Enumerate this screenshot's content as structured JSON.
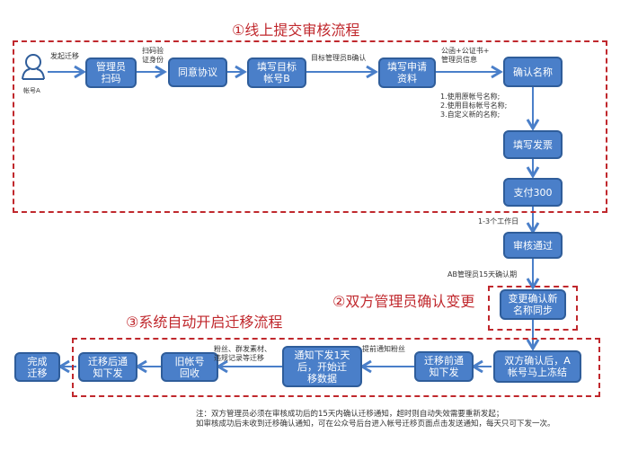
{
  "titles": {
    "section1": "①线上提交审核流程",
    "section2": "②双方管理员确认变更",
    "section3": "③系统自动开启迁移流程"
  },
  "actor": {
    "label": "帐号A",
    "icon": "person-icon"
  },
  "nodes": {
    "admin_scan": "管理员\n扫码",
    "agree": "同意协议",
    "fill_target": "填写目标\n帐号B",
    "fill_application": "填写申请\n资料",
    "confirm_name": "确认名称",
    "fill_invoice": "填写发票",
    "pay": "支付300",
    "approved": "审核通过",
    "name_sync": "变更确认新\n名称同步",
    "freeze": "双方确认后，A\n帐号马上冻结",
    "pre_notice": "迁移前通\n知下发",
    "start_migrate": "通知下发1天\n后，开始迁\n移数据",
    "recycle": "旧帐号\n回收",
    "post_notice": "迁移后通\n知下发",
    "done": "完成\n迁移"
  },
  "edge_labels": {
    "initiate": "发起迁移",
    "scan_verify": "扫码验\n证身份",
    "target_confirm": "目标管理员B确认",
    "docs": "公函+公证书+\n管理员信息",
    "name_options": "1.使用原帐号名称;\n2.使用目标帐号名称;\n3.自定义新的名称;",
    "workdays": "1-3个工作日",
    "confirm_period": "AB管理员15天确认期",
    "notify_fans": "提前通知粉丝",
    "migrate_items": "粉丝、群发素材、\n违规记录等迁移"
  },
  "note": "注：双方管理员必须在审核成功后的15天内确认迁移通知，超时则自动失效需要重新发起；\n如审核成功后未收到迁移确认通知，可在公众号后台进入帐号迁移页面点击发送通知，每天只可下发一次。",
  "colors": {
    "box_fill": "#4a7fc9",
    "box_border": "#2f5d9a",
    "dash_red": "#c0282d",
    "arrow": "#4a7fc9"
  }
}
